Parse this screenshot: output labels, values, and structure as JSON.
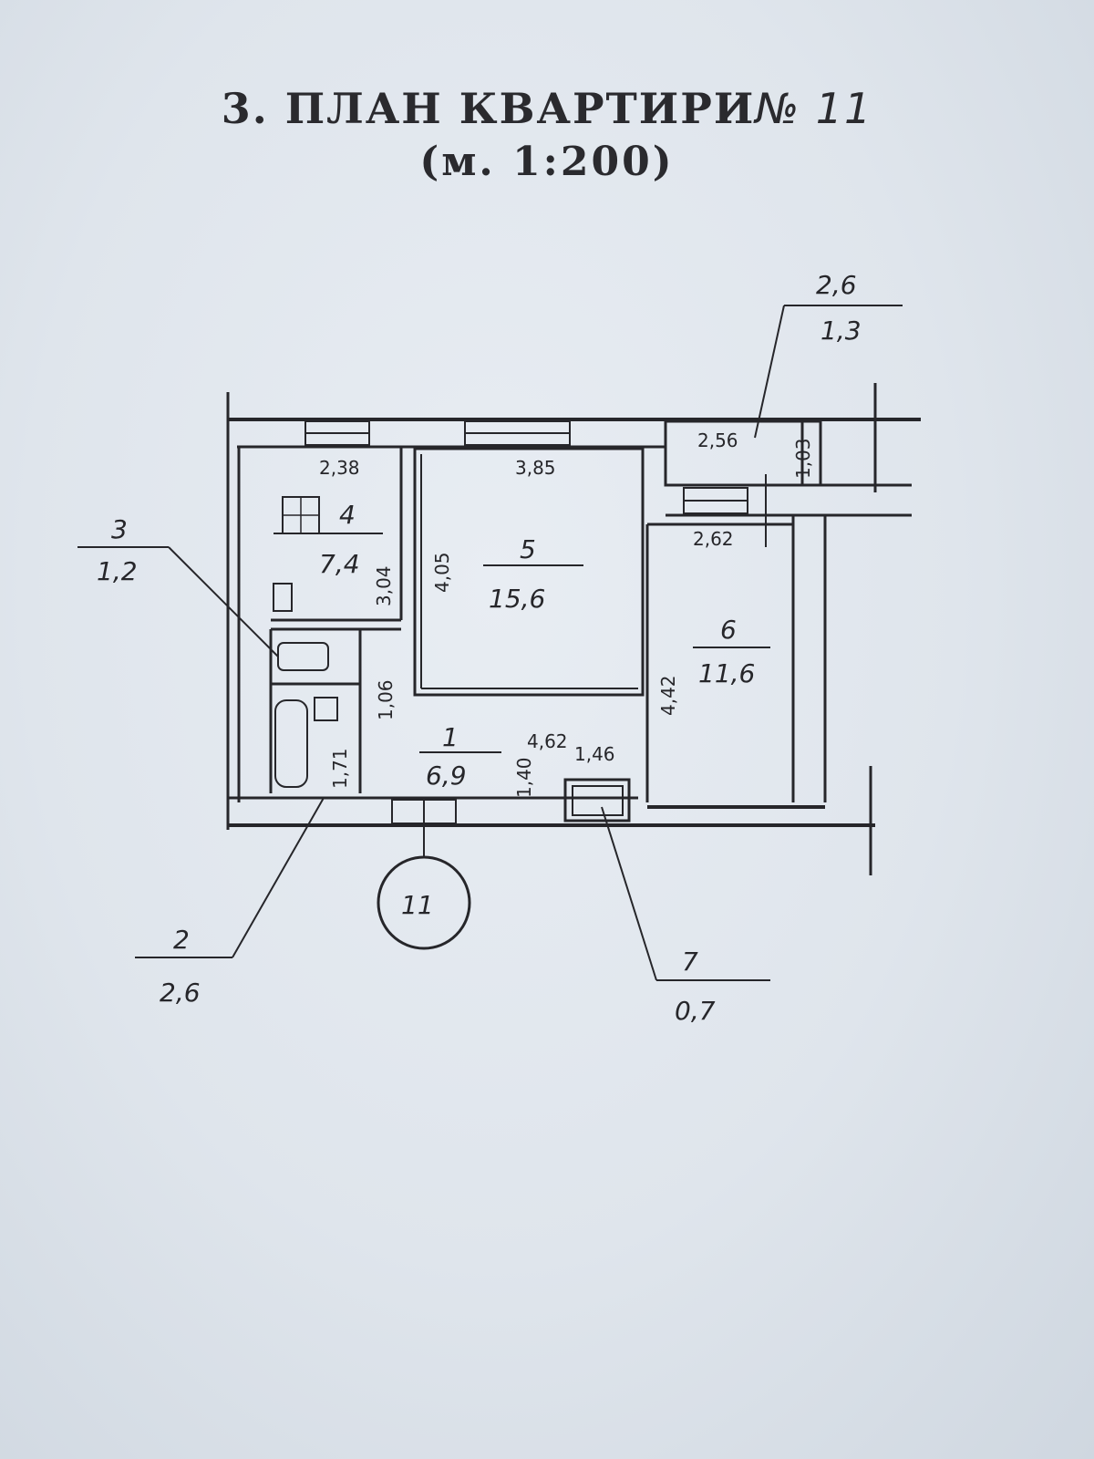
{
  "title": {
    "main": "3. ПЛАН КВАРТИРИ",
    "number": "№ 11",
    "scale": "(м. 1:200)"
  },
  "rooms": [
    {
      "num": "1",
      "area": "6,9"
    },
    {
      "num": "2",
      "area": "2,6"
    },
    {
      "num": "3",
      "area": "1,2"
    },
    {
      "num": "4",
      "area": "7,4"
    },
    {
      "num": "5",
      "area": "15,6"
    },
    {
      "num": "6",
      "area": "11,6"
    },
    {
      "num": "7",
      "area": "0,7"
    },
    {
      "num": "2,6",
      "area": "1,3"
    }
  ],
  "dimensions": {
    "kitchen_width": "2,38",
    "room5_width": "3,85",
    "room5_height": "4,05",
    "kitchen_height": "3,04",
    "balcony_width": "2,56",
    "balcony_depth": "1,03",
    "room6_width": "2,62",
    "room6_height": "4,42",
    "hall_width": "4,62",
    "hall_height": "1,40",
    "storage_width": "1,46",
    "corridor_width": "1,06",
    "bath_height": "1,71"
  },
  "apartment_mark": "11",
  "colors": {
    "ink": "#26262a",
    "paper": "#e3e9ef"
  }
}
